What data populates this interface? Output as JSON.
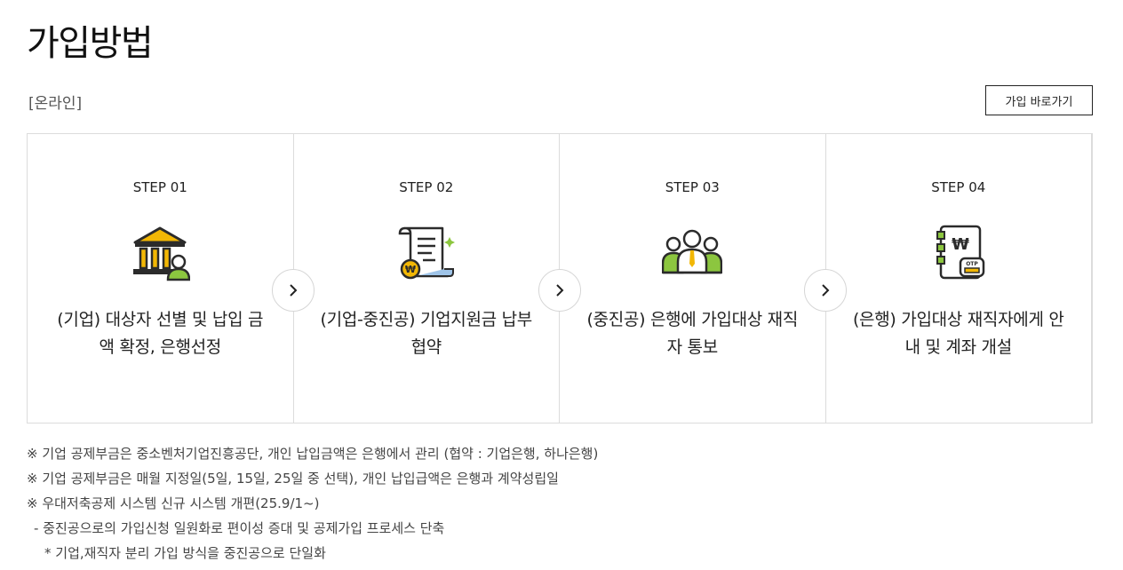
{
  "header": {
    "title": "가입방법",
    "subtitle": "[온라인]",
    "join_button": "가입 바로가기"
  },
  "steps": [
    {
      "label": "STEP 01",
      "icon": "bank-icon",
      "desc": "(기업) 대상자 선별 및 납입 금액 확정, 은행선정"
    },
    {
      "label": "STEP 02",
      "icon": "contract-scroll-icon",
      "desc": "(기업-중진공) 기업지원금 납부 협약"
    },
    {
      "label": "STEP 03",
      "icon": "people-group-icon",
      "desc": "(중진공) 은행에 가입대상 재직자 통보"
    },
    {
      "label": "STEP 04",
      "icon": "bankbook-otp-icon",
      "desc": "(은행) 가입대상 재직자에게 안내 및 계좌 개설"
    }
  ],
  "notes": [
    "※ 기업 공제부금은 중소벤처기업진흥공단, 개인 납입금액은 은행에서 관리 (협약 : 기업은행, 하나은행)",
    "※ 기업 공제부금은 매월 지정일(5일, 15일, 25일 중 선택), 개인 납입급액은 은행과 계약성립일",
    "※ 우대저축공제 시스템 신규 시스템 개편(25.9/1~)",
    "- 중진공으로의 가입신청 일원화로 편이성 증대 및 공제가입 프로세스 단축",
    "* 기업,재직자 분리 가입 방식을 중진공으로 단일화"
  ],
  "colors": {
    "accent_yellow": "#f2b705",
    "icon_dark": "#2b2b2b",
    "icon_green": "#8cc63f",
    "border": "#dcdcdc"
  }
}
